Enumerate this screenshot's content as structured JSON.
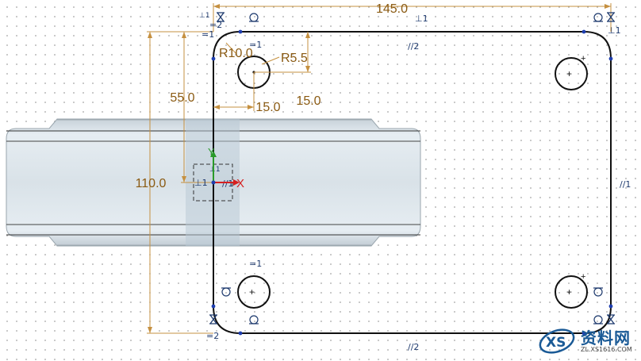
{
  "dimensions": {
    "width": "145.0",
    "height": "110.0",
    "half_height": "55.0",
    "hole_x_offset": "15.0",
    "hole_y_offset": "15.0",
    "corner_radius": "R10.0",
    "hole_radius": "R5.5"
  },
  "axes": {
    "x": "X",
    "y": "Y"
  },
  "constraint_labels": {
    "parallel_1": "//1",
    "parallel_2": "//2",
    "equal_1": "=1",
    "equal_2": "=2",
    "perp_1": "⊥1"
  },
  "watermark": {
    "text": "资料网",
    "url": "ZL.XS1616.COM"
  },
  "colors": {
    "sketch_line": "#111111",
    "dimension": "#8a5a12",
    "constraint": "#1e3a6e",
    "solid": "#d9e2e8",
    "x_axis": "#d62020",
    "y_axis": "#2a9a2a"
  }
}
